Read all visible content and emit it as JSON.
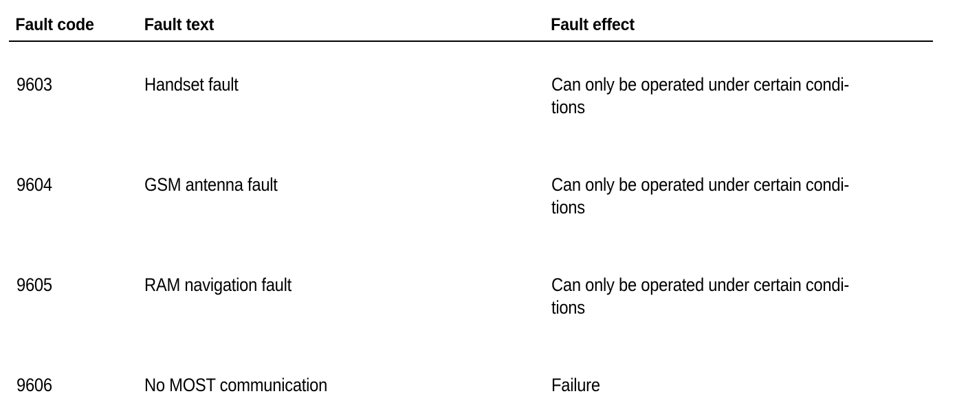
{
  "document": {
    "type": "fault-code-table",
    "background_color": "#ffffff",
    "text_color": "#000000",
    "rule_color": "#000000"
  },
  "table": {
    "headers": {
      "fault_code": "Fault code",
      "fault_text": "Fault text",
      "fault_effect": "Fault effect"
    },
    "rows": [
      {
        "fault_code": "9603",
        "fault_text": "Handset fault",
        "fault_effect": "Can only be operated under certain condi-\ntions"
      },
      {
        "fault_code": "9604",
        "fault_text": "GSM antenna fault",
        "fault_effect": "Can only be operated under certain condi-\ntions"
      },
      {
        "fault_code": "9605",
        "fault_text": "RAM navigation fault",
        "fault_effect": "Can only be operated under certain condi-\ntions"
      },
      {
        "fault_code": "9606",
        "fault_text": "No MOST communication",
        "fault_effect": "Failure"
      }
    ]
  }
}
